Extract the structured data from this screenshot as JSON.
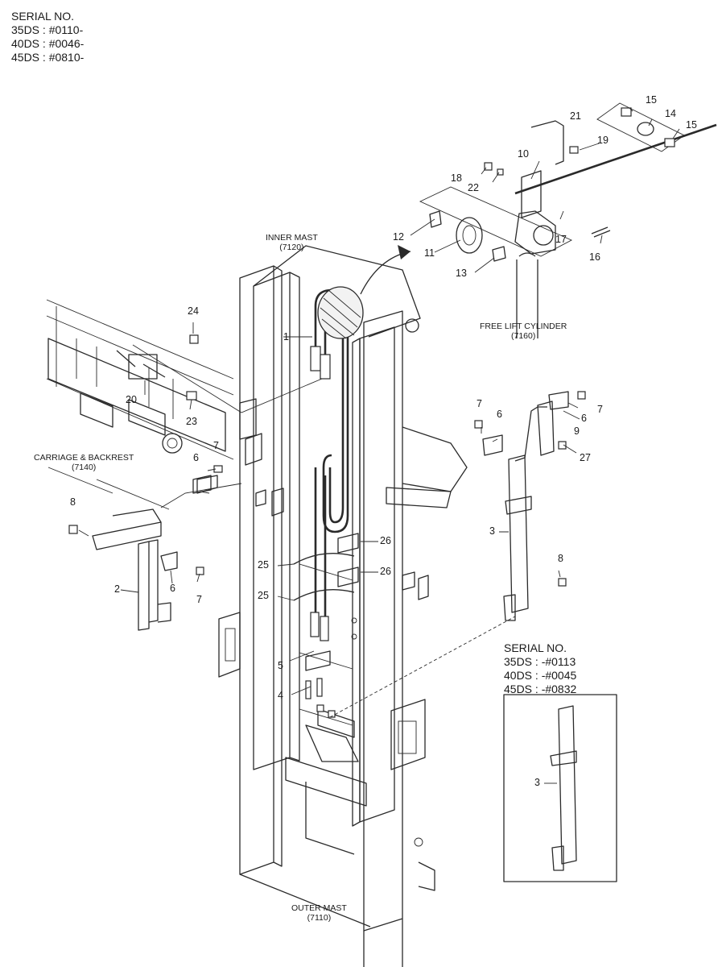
{
  "serial_top": {
    "title": "SERIAL NO.",
    "lines": [
      "35DS : #0110-",
      "40DS : #0046-",
      "45DS : #0810-"
    ]
  },
  "serial_box": {
    "title": "SERIAL NO.",
    "lines": [
      "35DS : -#0113",
      "40DS : -#0045",
      "45DS : -#0832"
    ]
  },
  "captions": {
    "inner_mast": [
      "INNER MAST",
      "(7120)"
    ],
    "free_lift": [
      "FREE LIFT CYLINDER",
      "(7160)"
    ],
    "carriage": [
      "CARRIAGE & BACKREST",
      "(7140)"
    ],
    "outer_mast": [
      "OUTER MAST",
      "(7110)"
    ]
  },
  "callouts": {
    "c1": "1",
    "c2": "2",
    "c3a": "3",
    "c3b": "3",
    "c4": "4",
    "c5": "5",
    "c6a": "6",
    "c6b": "6",
    "c6c": "6",
    "c6d": "6",
    "c7a": "7",
    "c7b": "7",
    "c7c": "7",
    "c7d": "7",
    "c8a": "8",
    "c8b": "8",
    "c9": "9",
    "c10": "10",
    "c11": "11",
    "c12": "12",
    "c13": "13",
    "c14": "14",
    "c15a": "15",
    "c15b": "15",
    "c16": "16",
    "c17": "17",
    "c18": "18",
    "c19": "19",
    "c20": "20",
    "c21": "21",
    "c22": "22",
    "c23": "23",
    "c24": "24",
    "c25a": "25",
    "c25b": "25",
    "c26a": "26",
    "c26b": "26",
    "c27": "27"
  }
}
